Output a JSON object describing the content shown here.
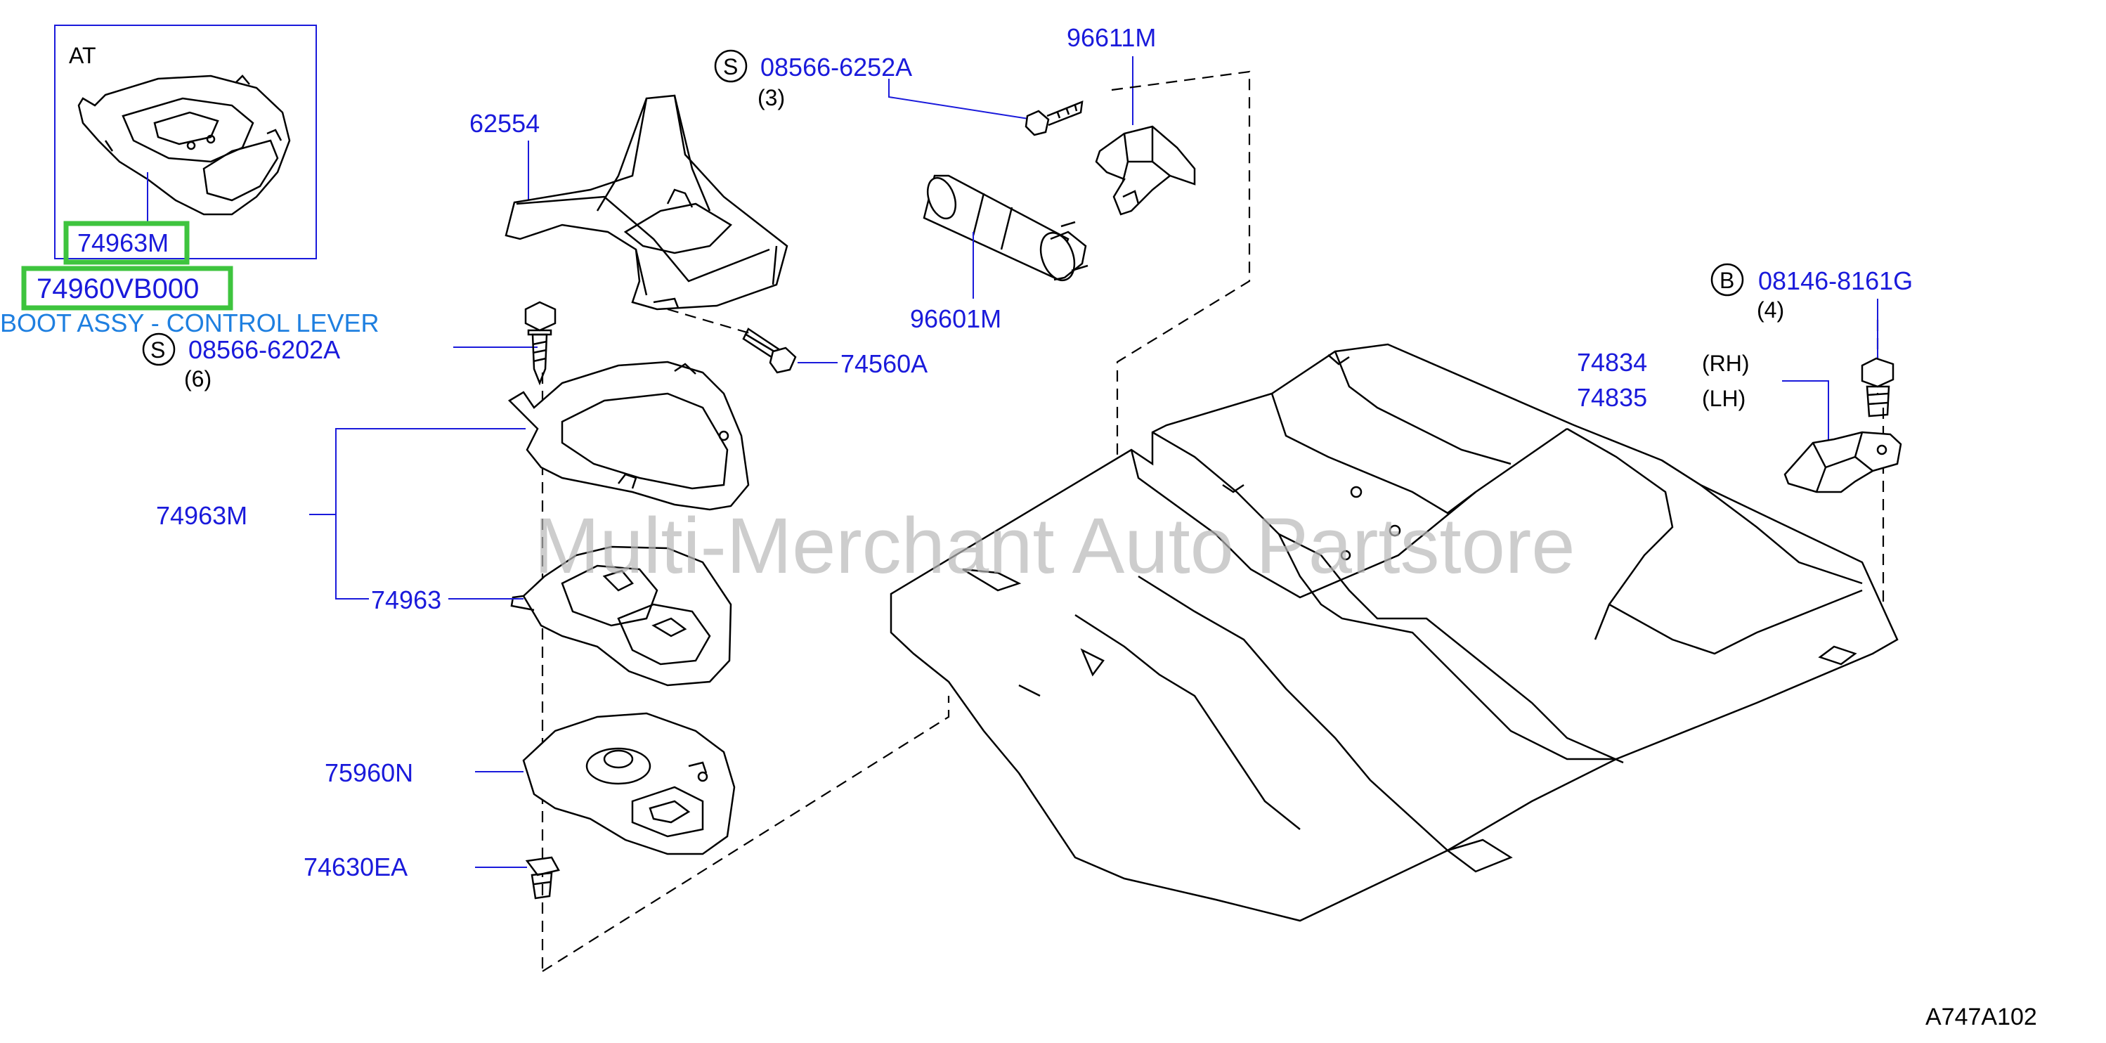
{
  "inset_label": "AT",
  "labels": {
    "p74963M_inset": "74963M",
    "p74960VB000": "74960VB000",
    "caption": "BOOT ASSY - CONTROL LEVER",
    "p08566_6202A": "08566-6202A",
    "qty_6": "(6)",
    "p62554": "62554",
    "p08566_6252A": "08566-6252A",
    "qty_3": "(3)",
    "p96611M": "96611M",
    "p96601M": "96601M",
    "p74560A": "74560A",
    "p08146_8161G": "08146-8161G",
    "qty_4": "(4)",
    "p74834": "74834",
    "rh": "(RH)",
    "p74835": "74835",
    "lh": "(LH)",
    "p74963M": "74963M",
    "p74963": "74963",
    "p75960N": "75960N",
    "p74630EA": "74630EA",
    "diagram_code": "A747A102"
  },
  "symbols": {
    "s1": "S",
    "s2": "S",
    "b": "B"
  },
  "watermark": "Multi-Merchant Auto Partstore",
  "colors": {
    "label": "#1a1adb",
    "caption": "#1e7fe0",
    "highlight": "#3ec43e"
  }
}
